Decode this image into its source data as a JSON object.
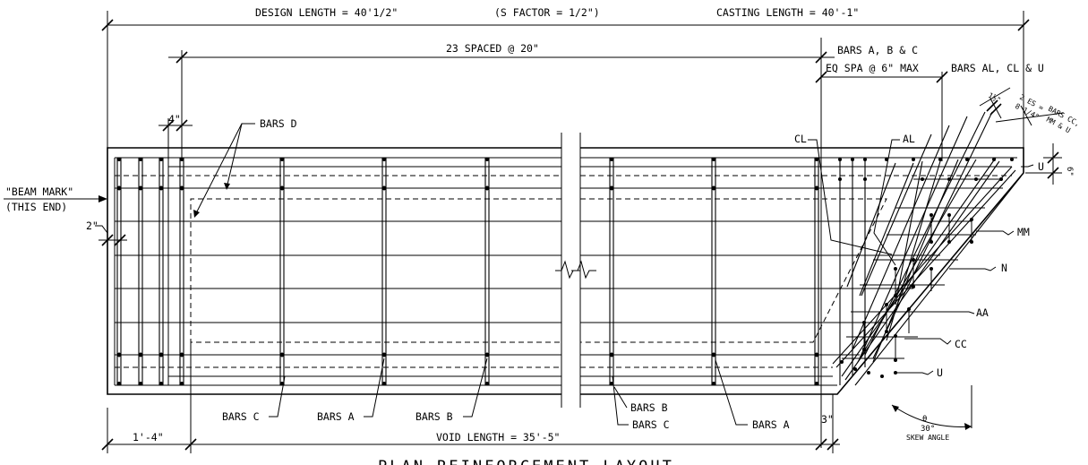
{
  "dimensions": {
    "design_length": "DESIGN LENGTH = 40'1/2\"",
    "s_factor": "(S FACTOR = 1/2\")",
    "casting_length": "CASTING LENGTH = 40'-1\"",
    "spacing": "23 SPACED @ 20\"",
    "bars_abc": "BARS A, B & C",
    "eq_spa": "EQ SPA @ 6\" MAX",
    "bars_alclu": "BARS AL, CL & U",
    "four_in": "4\"",
    "two_in": "2\"",
    "six_in": "6\"",
    "three_in": "3\"",
    "end_dim": "1'-4\"",
    "void_length": "VOID LENGTH = 35'-5\"",
    "one_half": "1½\"",
    "two_es_a": "2 ES =",
    "two_es_b": "8 1/4\"",
    "bars_cc_a": "BARS CC,",
    "bars_cc_b": "MM & U"
  },
  "labels": {
    "beam_mark": "\"BEAM MARK\"",
    "this_end": "(THIS END)",
    "bars_d": "BARS D",
    "cl": "CL",
    "al": "AL",
    "u_top": "U",
    "mm": "MM",
    "n": "N",
    "aa": "AA",
    "cc": "CC",
    "u_bottom": "U",
    "bars_c_left": "BARS C",
    "bars_a_left": "BARS A",
    "bars_b_left": "BARS B",
    "bars_b_right": "BARS B",
    "bars_c_right": "BARS C",
    "bars_a_right": "BARS A",
    "theta": "θ",
    "angle": "30°",
    "skew_angle": "SKEW ANGLE"
  },
  "title": "PLAN  REINFORCEMENT  LAYOUT"
}
